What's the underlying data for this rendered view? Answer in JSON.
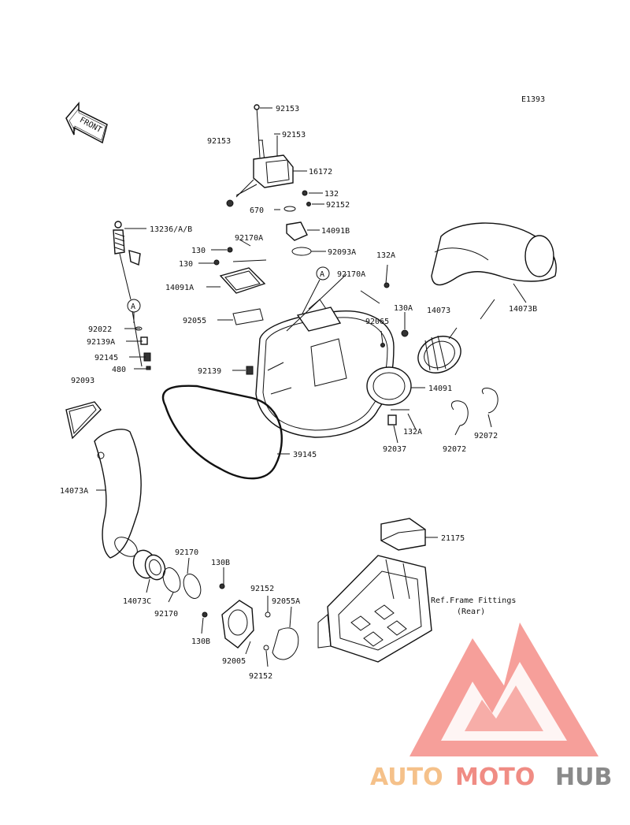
{
  "diagram": {
    "code": "E1393",
    "front_label": "FRONT",
    "ref_marker": "A",
    "ref_note": [
      "Ref.Frame Fittings",
      "(Rear)"
    ],
    "labels": {
      "p92153a": "92153",
      "p92153b": "92153",
      "p92153c": "92153",
      "p16172": "16172",
      "p132": "132",
      "p670": "670",
      "p92152a": "92152",
      "p13236": "13236/A/B",
      "p14091b": "14091B",
      "p92170a1": "92170A",
      "p130a": "130",
      "p130b": "130",
      "p92093a": "92093A",
      "p132a1": "132A",
      "p14091a": "14091A",
      "p92170a2": "92170A",
      "p14073": "14073",
      "p14073b": "14073B",
      "p130a2": "130A",
      "p92065": "92065",
      "p92055": "92055",
      "p92022": "92022",
      "p92139a": "92139A",
      "p92145": "92145",
      "p480": "480",
      "p92139": "92139",
      "p14091": "14091",
      "p92093": "92093",
      "p132a2": "132A",
      "p92037": "92037",
      "p92072a": "92072",
      "p92072b": "92072",
      "p39145": "39145",
      "p14073a": "14073A",
      "p21175": "21175",
      "p92170b": "92170",
      "p130b1": "130B",
      "p92152b": "92152",
      "p92055a": "92055A",
      "p14073c": "14073C",
      "p92170c": "92170",
      "p130b2": "130B",
      "p92005": "92005",
      "p92152c": "92152"
    }
  },
  "watermark": {
    "part1": "AUTO",
    "part2": "MOTO",
    "part3": "HUB",
    "color1": "#f5c18a",
    "color2": "#f08c84",
    "color3": "#8a8a8a",
    "logo_color": "#f3837b"
  }
}
